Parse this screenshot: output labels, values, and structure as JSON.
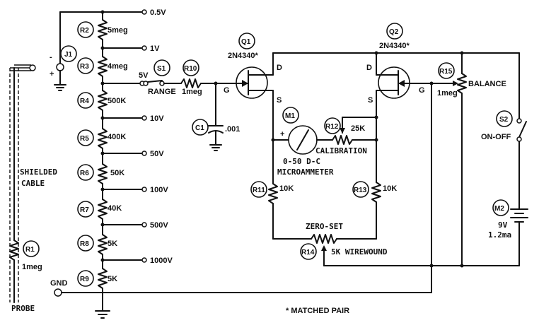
{
  "labels": {
    "r2": "R2",
    "r2_val": "5meg",
    "r3": "R3",
    "r3_val": "4meg",
    "r4": "R4",
    "r4_val": "500K",
    "r5": "R5",
    "r5_val": "400K",
    "r6": "R6",
    "r6_val": "50K",
    "r7": "R7",
    "r7_val": "40K",
    "r8": "R8",
    "r8_val": "5K",
    "r9": "R9",
    "r9_val": "5K",
    "r1": "R1",
    "r1_val": "1meg",
    "r10": "R10",
    "r10_val": "1meg",
    "r11": "R11",
    "r11_val": "10K",
    "r12": "R12",
    "r12_val": "25K",
    "r13": "R13",
    "r13_val": "10K",
    "r14": "R14",
    "r14_val": "5K WIREWOUND",
    "r15": "R15",
    "r15_val": "1meg",
    "j1": "J1",
    "s1": "S1",
    "s1_range": "RANGE",
    "s1_5v": "5V",
    "s2": "S2",
    "s2_onoff": "ON-OFF",
    "c1": "C1",
    "c1_val": ".001",
    "m1": "M1",
    "m1_desc1": "0-50 D-C",
    "m1_desc2": "MICROAMMETER",
    "m2": "M2",
    "m2_v": "9V",
    "m2_i": "1.2ma",
    "q1": "Q1",
    "q1_part": "2N4340*",
    "q2": "Q2",
    "q2_part": "2N4340*",
    "v05": "0.5V",
    "v1": "1V",
    "v10": "10V",
    "v50": "50V",
    "v100": "100V",
    "v500": "500V",
    "v1000": "1000V",
    "d": "D",
    "s": "S",
    "g": "G",
    "balance": "BALANCE",
    "calibration": "CALIBRATION",
    "zeroset": "ZERO-SET",
    "shielded": "SHIELDED",
    "cable": "CABLE",
    "probe": "PROBE",
    "gnd": "GND",
    "matched": "* MATCHED PAIR",
    "plus": "+",
    "minus": "-"
  }
}
